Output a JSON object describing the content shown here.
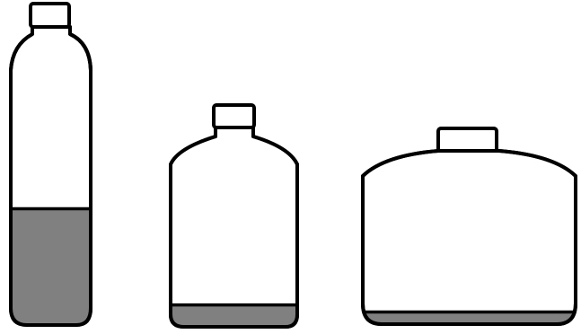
{
  "bottles": [
    {
      "id": "tall-bottle",
      "fill_fraction": 0.39
    },
    {
      "id": "medium-bottle",
      "fill_fraction": 0.11
    },
    {
      "id": "wide-bottle",
      "fill_fraction": 0.07
    }
  ],
  "colors": {
    "outline": "#000000",
    "bottle_body": "#ffffff",
    "liquid": "#808080",
    "background": "#ffffff"
  }
}
